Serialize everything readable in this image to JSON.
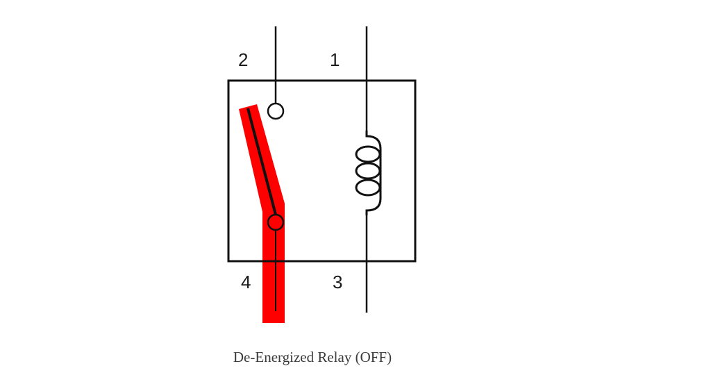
{
  "diagram": {
    "title": "De-Energized Relay (OFF)",
    "state": "OFF",
    "terminals": [
      {
        "id": "2",
        "label": "2",
        "role": "normally-open contact"
      },
      {
        "id": "1",
        "label": "1",
        "role": "coil"
      },
      {
        "id": "4",
        "label": "4",
        "role": "common / switch pivot"
      },
      {
        "id": "3",
        "label": "3",
        "role": "coil"
      }
    ],
    "components": {
      "coil": "relay-coil",
      "switch": "open-switch-arm",
      "highlight_color": "#ff0000",
      "line_color": "#111111"
    }
  },
  "caption": "De-Energized Relay (OFF)"
}
